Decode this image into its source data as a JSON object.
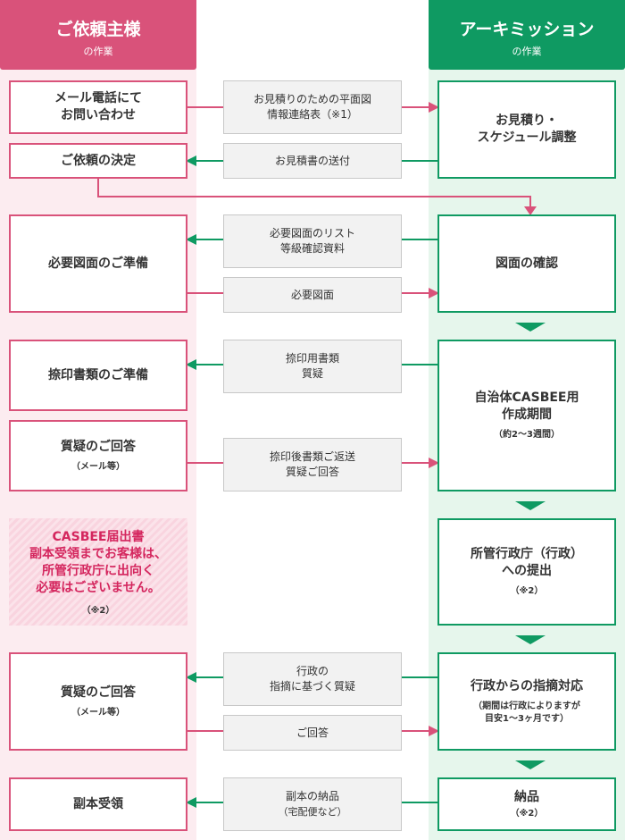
{
  "colors": {
    "client": "#d9527a",
    "archimission": "#0f9a62",
    "note_text": "#d4265e"
  },
  "lanes": {
    "client": {
      "title": "ご依頼主様",
      "subtitle": "の作業"
    },
    "archimission": {
      "title": "アーキミッション",
      "subtitle": "の作業"
    }
  },
  "client_steps": {
    "inquiry": {
      "label": "メール電話にて\nお問い合わせ"
    },
    "decision": {
      "label": "ご依頼の決定"
    },
    "drawings": {
      "label": "必要図面のご準備"
    },
    "seal_docs": {
      "label": "捺印書類のご準備"
    },
    "answer1": {
      "label": "質疑のご回答",
      "note": "（メール等）"
    },
    "answer2": {
      "label": "質疑のご回答",
      "note": "（メール等）"
    },
    "receive": {
      "label": "副本受領"
    }
  },
  "notice": {
    "text": "CASBEE届出書\n副本受領までお客様は、\n所管行政庁に出向く\n必要はございません。",
    "note": "（※2）"
  },
  "archimission_steps": {
    "estimate": {
      "label": "お見積り・\nスケジュール調整"
    },
    "check": {
      "label": "図面の確認"
    },
    "casbee": {
      "label": "自治体CASBEE用\n作成期間",
      "note": "（約2〜3週間）"
    },
    "submit": {
      "label": "所管行政庁（行政）\nへの提出",
      "note": "（※2）"
    },
    "correction": {
      "label": "行政からの指摘対応",
      "note": "（期間は行政によりますが\n目安1〜3ヶ月です）"
    },
    "delivery": {
      "label": "納品",
      "note": "（※2）"
    }
  },
  "flows": {
    "f1": {
      "line1": "お見積りのための平面図",
      "line2": "情報連絡表（※1）"
    },
    "f2": {
      "line1": "お見積書の送付"
    },
    "f3": {
      "line1": "必要図面のリスト",
      "line2": "等級確認資料"
    },
    "f4": {
      "line1": "必要図面"
    },
    "f5": {
      "line1": "捺印用書類",
      "line2": "質疑"
    },
    "f6": {
      "line1": "捺印後書類ご返送",
      "line2": "質疑ご回答"
    },
    "f7": {
      "line1": "行政の",
      "line2": "指摘に基づく質疑"
    },
    "f8": {
      "line1": "ご回答"
    },
    "f9": {
      "line1": "副本の納品",
      "line2": "（宅配便など）"
    }
  }
}
